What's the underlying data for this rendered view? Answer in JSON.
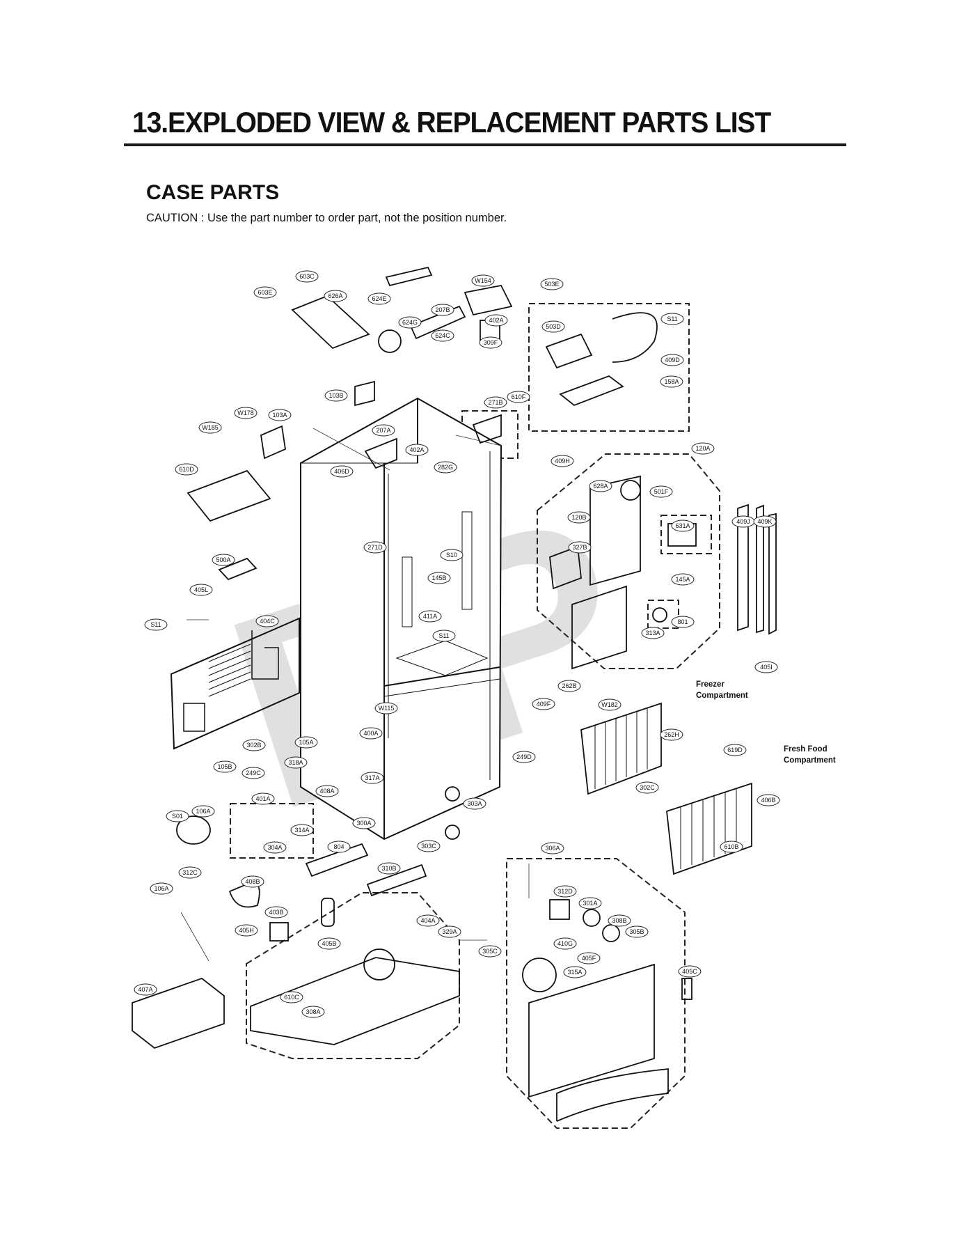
{
  "page": {
    "title": "13.EXPLODED VIEW & REPLACEMENT PARTS LIST",
    "section": "CASE PARTS",
    "caution": "CAUTION : Use the part number to order part, not the position number."
  },
  "diagram": {
    "watermark": "RP",
    "region_labels": {
      "freezer_1": "Freezer",
      "freezer_2": "Compartment",
      "fresh_1": "Fresh Food",
      "fresh_2": "Compartment"
    },
    "callouts": [
      "603C",
      "603E",
      "626A",
      "624E",
      "W154",
      "503E",
      "207B",
      "402A",
      "624G",
      "503D",
      "S11",
      "624C",
      "309F",
      "409D",
      "158A",
      "103B",
      "610F",
      "271B",
      "W178",
      "103A",
      "207A",
      "402A",
      "W185",
      "610D",
      "406D",
      "282G",
      "120A",
      "409H",
      "628A",
      "501F",
      "120B",
      "631A",
      "409J",
      "409K",
      "327B",
      "271D",
      "S10",
      "500A",
      "145B",
      "145A",
      "405L",
      "411A",
      "S11",
      "404C",
      "801",
      "313A",
      "S11",
      "405I",
      "262B",
      "409F",
      "W115",
      "W182",
      "262H",
      "302B",
      "400A",
      "105A",
      "249D",
      "105B",
      "249C",
      "318A",
      "317A",
      "619D",
      "406B",
      "302C",
      "401A",
      "408A",
      "303A",
      "S01",
      "106A",
      "314A",
      "300A",
      "304A",
      "804",
      "303C",
      "312C",
      "106A",
      "306A",
      "610B",
      "408B",
      "310B",
      "403B",
      "312D",
      "301A",
      "405H",
      "404A",
      "308B",
      "305B",
      "405B",
      "329A",
      "410G",
      "305C",
      "405F",
      "315A",
      "405C",
      "407A",
      "610C",
      "308A",
      "305B",
      "305C"
    ]
  }
}
